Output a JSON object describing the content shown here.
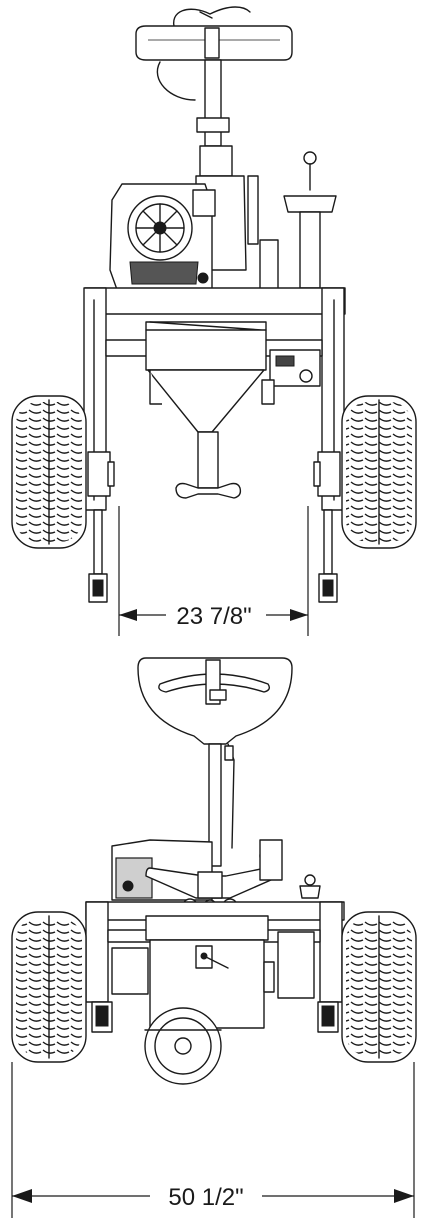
{
  "dimensions": {
    "inner_wheel_gap": "23 7/8\"",
    "overall_width": "50 1/2\""
  },
  "views": [
    {
      "id": "top"
    },
    {
      "id": "front"
    }
  ],
  "colors": {
    "line": "#1a1a1a",
    "background": "#ffffff"
  }
}
